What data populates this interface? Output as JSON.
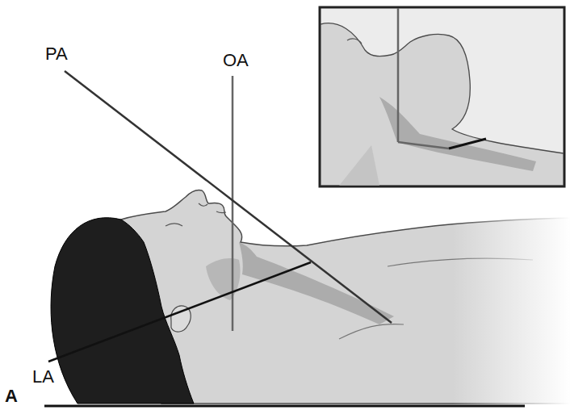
{
  "diagram": {
    "labels": [
      "OA",
      "PA",
      "LA",
      "A"
    ]
  }
}
